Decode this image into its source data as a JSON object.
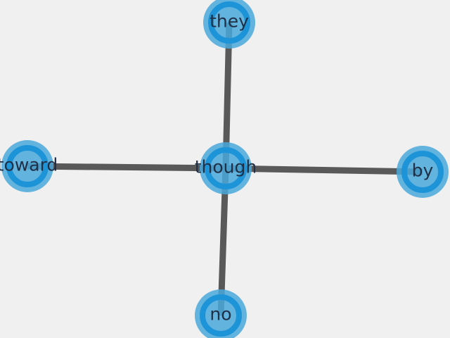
{
  "graph": {
    "colors": {
      "background": "#f0f0f1",
      "edge": "#595959",
      "node_fill": "#4aa8dc",
      "node_ring": "#1e94d8",
      "label": "#1f2f45"
    },
    "nodes": [
      {
        "id": "they",
        "label": "they"
      },
      {
        "id": "toward",
        "label": "toward"
      },
      {
        "id": "though",
        "label": "though"
      },
      {
        "id": "by",
        "label": "by"
      },
      {
        "id": "no",
        "label": "no"
      }
    ],
    "edges": [
      {
        "source": "though",
        "target": "they"
      },
      {
        "source": "though",
        "target": "toward"
      },
      {
        "source": "though",
        "target": "by"
      },
      {
        "source": "though",
        "target": "no"
      }
    ]
  }
}
